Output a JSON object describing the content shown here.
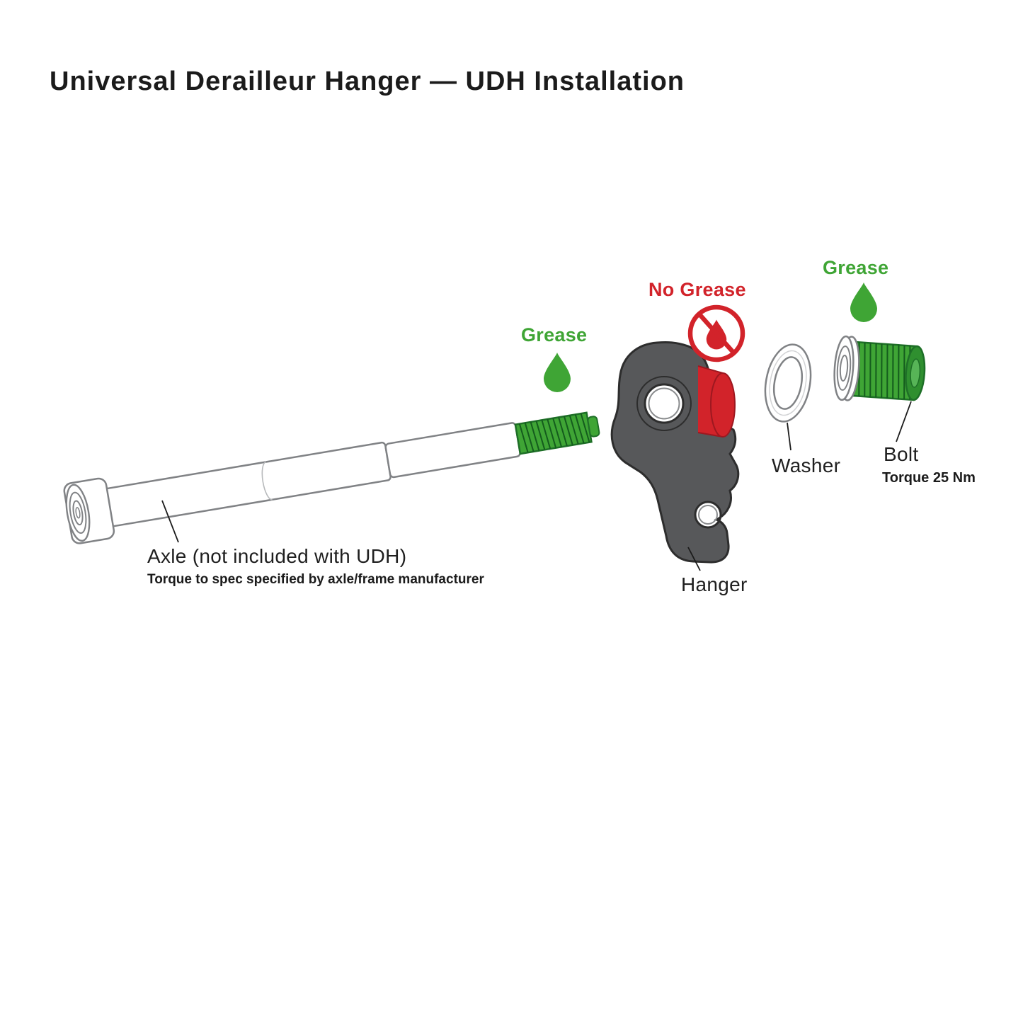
{
  "page": {
    "title": "Universal Derailleur Hanger — UDH Installation"
  },
  "callouts": {
    "grease_left": "Grease",
    "no_grease": "No Grease",
    "grease_right": "Grease"
  },
  "parts": {
    "axle": {
      "label": "Axle (not included with UDH)",
      "note": "Torque to spec specified by axle/frame manufacturer"
    },
    "hanger": {
      "label": "Hanger"
    },
    "washer": {
      "label": "Washer"
    },
    "bolt": {
      "label": "Bolt",
      "note": "Torque 25 Nm"
    }
  },
  "icons": {
    "grease": "grease-droplet-icon",
    "no_grease": "no-grease-droplet-icon"
  },
  "colors": {
    "grease_green": "#3FA535",
    "no_grease_red": "#D2232A",
    "hanger_gray": "#57585A",
    "outline_gray": "#808285",
    "text_dark": "#1B1B1B"
  }
}
